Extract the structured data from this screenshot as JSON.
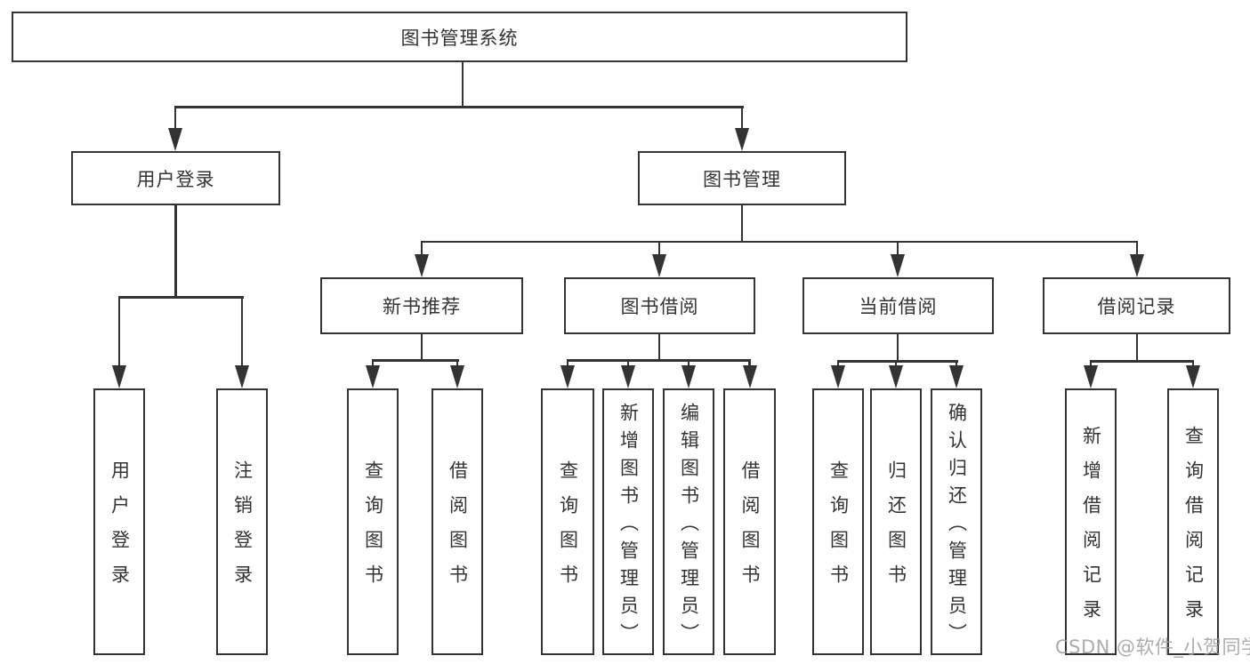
{
  "watermark": "CSDN @软件_小贺同学",
  "colors": {
    "line": "#333333",
    "text": "#333333",
    "background": "#ffffff",
    "watermark": "#9e9e9e"
  },
  "tree": {
    "root": {
      "label": "图书管理系统",
      "children": [
        {
          "label": "用户登录",
          "children": [
            {
              "label": "用户登录"
            },
            {
              "label": "注销登录"
            }
          ]
        },
        {
          "label": "图书管理",
          "children": [
            {
              "label": "新书推荐",
              "children": [
                {
                  "label": "查询图书"
                },
                {
                  "label": "借阅图书"
                }
              ]
            },
            {
              "label": "图书借阅",
              "children": [
                {
                  "label": "查询图书"
                },
                {
                  "label": "新增图书（管理员）"
                },
                {
                  "label": "编辑图书（管理员）"
                },
                {
                  "label": "借阅图书"
                }
              ]
            },
            {
              "label": "当前借阅",
              "children": [
                {
                  "label": "查询图书"
                },
                {
                  "label": "归还图书"
                },
                {
                  "label": "确认归还（管理员）"
                }
              ]
            },
            {
              "label": "借阅记录",
              "children": [
                {
                  "label": "新增借阅记录"
                },
                {
                  "label": "查询借阅记录"
                }
              ]
            }
          ]
        }
      ]
    }
  }
}
